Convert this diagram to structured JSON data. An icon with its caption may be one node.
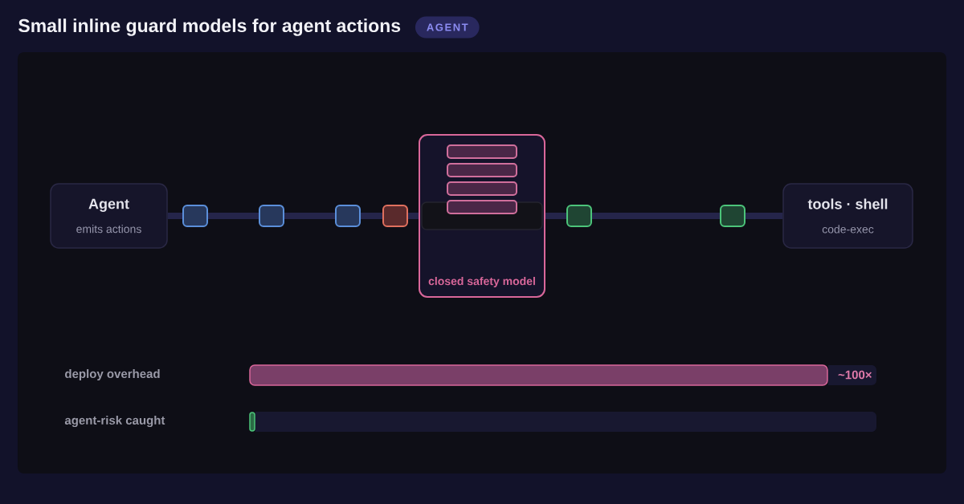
{
  "diagram": {
    "title": "Small inline guard models for agent actions",
    "nodes": [
      {
        "text": [
          "AGENT"
        ]
      },
      {
        "text": [
          "Agent",
          "emits actions"
        ]
      },
      {
        "text": [],
        "shape": "box"
      },
      {
        "text": [],
        "shape": "box"
      },
      {
        "text": [],
        "shape": "box"
      },
      {
        "text": [],
        "shape": "box"
      },
      {
        "text": [
          "closed safety model"
        ]
      },
      {
        "text": [],
        "shape": "box"
      },
      {
        "text": [],
        "shape": "box"
      },
      {
        "text": [
          "tools · shell",
          "code-exec"
        ]
      }
    ],
    "edges": [
      {
        "from": 1,
        "to": 2,
        "arrow": "none"
      },
      {
        "from": 2,
        "to": 3,
        "arrow": "none"
      },
      {
        "from": 3,
        "to": 4,
        "arrow": "none"
      },
      {
        "from": 4,
        "to": 5,
        "arrow": "none"
      },
      {
        "from": 5,
        "to": 6,
        "arrow": "none"
      },
      {
        "from": 6,
        "to": 7,
        "arrow": "none"
      },
      {
        "from": 7,
        "to": 8,
        "arrow": "none"
      },
      {
        "from": 8,
        "to": 9,
        "arrow": "none"
      }
    ],
    "labels": [
      "deploy overhead",
      "~100×",
      "agent-risk caught"
    ]
  }
}
